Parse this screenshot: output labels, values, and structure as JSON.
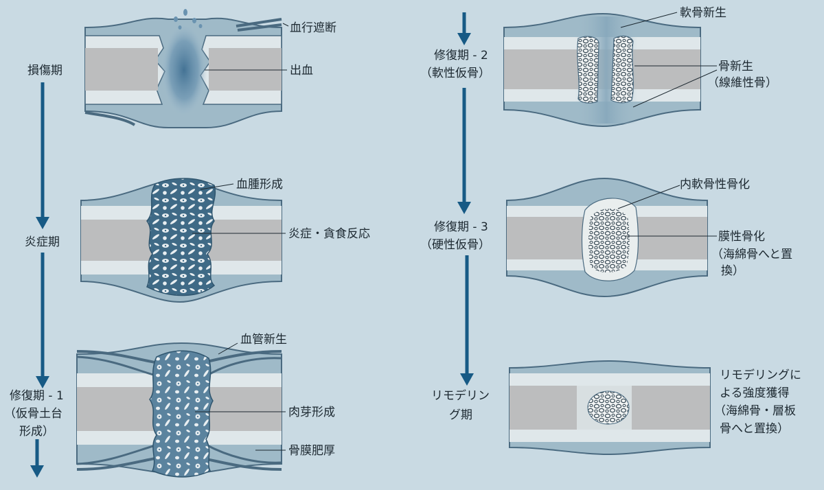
{
  "stages": [
    {
      "lines": [
        "損傷期"
      ]
    },
    {
      "lines": [
        "炎症期"
      ]
    },
    {
      "lines": [
        "修復期 - 1",
        "（仮骨土台",
        "形成）"
      ]
    },
    {
      "lines": [
        "修復期 - 2",
        "（軟性仮骨）"
      ]
    },
    {
      "lines": [
        "修復期 - 3",
        "（硬性仮骨）"
      ]
    },
    {
      "lines": [
        "リモデリン",
        "グ期"
      ]
    }
  ],
  "callouts": [
    {
      "lines": [
        "血行遮断"
      ]
    },
    {
      "lines": [
        "出血"
      ]
    },
    {
      "lines": [
        "血腫形成"
      ]
    },
    {
      "lines": [
        "炎症・貪食反応"
      ]
    },
    {
      "lines": [
        "血管新生"
      ]
    },
    {
      "lines": [
        "肉芽形成"
      ]
    },
    {
      "lines": [
        "骨膜肥厚"
      ]
    },
    {
      "lines": [
        "軟骨新生"
      ]
    },
    {
      "lines": [
        "骨新生",
        "（線維性骨）"
      ]
    },
    {
      "lines": [
        "内軟骨性骨化"
      ]
    },
    {
      "lines": [
        "膜性骨化",
        "（海綿骨へと置",
        "換）"
      ]
    },
    {
      "lines": [
        "リモデリングに",
        "よる強度獲得",
        "（海綿骨・層板",
        "骨へと置換）"
      ]
    }
  ],
  "colors": {
    "background": "#c9dae3",
    "arrow": "#175a85",
    "bone_outer": "#dfe7ea",
    "bone_inner": "#bcbdbe",
    "periosteum": "#9fbac8",
    "outline": "#4a6a80",
    "hematoma": "#3f6a86",
    "hemorrhage": "#4f7fa0",
    "callus": "#e9eeee"
  }
}
